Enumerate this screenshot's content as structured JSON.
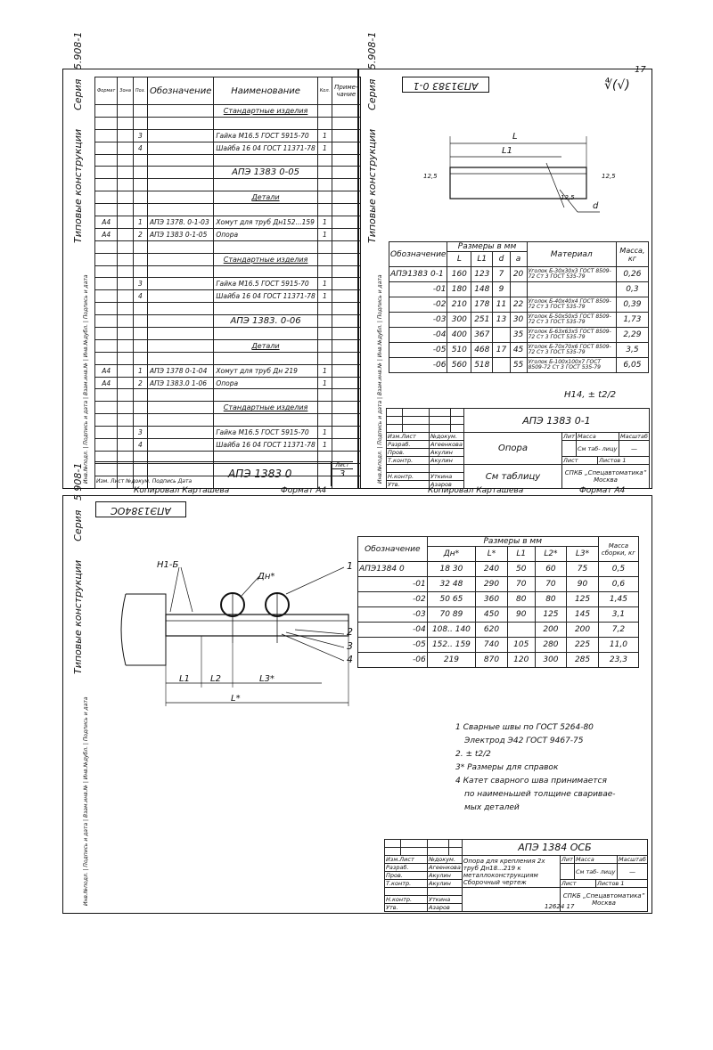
{
  "page_number": "17",
  "series_label": "Серия",
  "series_number": "5.908-1",
  "series_number_2": "5 908-1",
  "typical_construction": "Типовые конструкции",
  "roughness": "∜(√)",
  "side_stamp_labels": [
    "Инв.№подл.",
    "Подпись и дата",
    "Взам.инв.№",
    "Инв.№дубл.",
    "Подпись и дата"
  ],
  "copied": "Копировал Карташева",
  "format": "Формат А4",
  "spec_sheet": {
    "headers": {
      "format": "Формат",
      "zone": "Зона",
      "pos": "Поз.",
      "designation": "Обозначение",
      "name": "Наименование",
      "qty": "Кол.",
      "note": "Приме-чание"
    },
    "rows": [
      {
        "kind": "section",
        "name": "Стандартные изделия"
      },
      {
        "kind": "blank"
      },
      {
        "kind": "item",
        "pos": "3",
        "designation": "",
        "name": "Гайка М16.5 ГОСТ 5915-70",
        "qty": "1"
      },
      {
        "kind": "item",
        "pos": "4",
        "designation": "",
        "name": "Шайба 16 04 ГОСТ 11371-78",
        "qty": "1"
      },
      {
        "kind": "blank"
      },
      {
        "kind": "big",
        "name": "АПЭ 1383 0-05"
      },
      {
        "kind": "blank"
      },
      {
        "kind": "section",
        "name": "Детали"
      },
      {
        "kind": "blank"
      },
      {
        "kind": "item",
        "fmt": "А4",
        "pos": "1",
        "designation": "АПЭ 1378. 0-1-03",
        "name": "Хомут для труб Дн152...159",
        "qty": "1"
      },
      {
        "kind": "item",
        "fmt": "А4",
        "pos": "2",
        "designation": "АПЭ 1383 0-1-05",
        "name": "Опора",
        "qty": "1"
      },
      {
        "kind": "blank"
      },
      {
        "kind": "section",
        "name": "Стандартные изделия"
      },
      {
        "kind": "blank"
      },
      {
        "kind": "item",
        "pos": "3",
        "designation": "",
        "name": "Гайка М16.5 ГОСТ 5915-70",
        "qty": "1"
      },
      {
        "kind": "item",
        "pos": "4",
        "designation": "",
        "name": "Шайба 16 04 ГОСТ 11371-78",
        "qty": "1"
      },
      {
        "kind": "blank"
      },
      {
        "kind": "big",
        "name": "АПЭ 1383. 0-06"
      },
      {
        "kind": "blank"
      },
      {
        "kind": "section",
        "name": "Детали"
      },
      {
        "kind": "blank"
      },
      {
        "kind": "item",
        "fmt": "А4",
        "pos": "1",
        "designation": "АПЭ 1378 0-1-04",
        "name": "Хомут для труб Дн 219",
        "qty": "1"
      },
      {
        "kind": "item",
        "fmt": "А4",
        "pos": "2",
        "designation": "АПЭ 1383.0 1-06",
        "name": "Опора",
        "qty": "1"
      },
      {
        "kind": "blank"
      },
      {
        "kind": "section",
        "name": "Стандартные изделия"
      },
      {
        "kind": "blank"
      },
      {
        "kind": "item",
        "pos": "3",
        "designation": "",
        "name": "Гайка М16.5 ГОСТ 5915-70",
        "qty": "1"
      },
      {
        "kind": "item",
        "pos": "4",
        "designation": "",
        "name": "Шайба 16 04 ГОСТ 11371-78",
        "qty": "1"
      },
      {
        "kind": "blank"
      },
      {
        "kind": "blank"
      },
      {
        "kind": "blank"
      }
    ],
    "footer": {
      "designation": "АПЭ 1383 0",
      "sheet_label": "Лист",
      "sheet": "3",
      "cols": "Изм. Лист №докум. Подпись Дата"
    }
  },
  "support_sheet": {
    "top_code": "АПЭ1383 0-1",
    "dims": {
      "L": "L",
      "L1": "L1",
      "d": "d",
      "a125": "12,5",
      "b125": "12,5",
      "r": "12,5"
    },
    "table_title": "Размеры в мм",
    "headers": [
      "Обозначение",
      "L",
      "L1",
      "d",
      "a",
      "Материал",
      "Масса, кг"
    ],
    "rows": [
      {
        "designation": "АПЭ1383 0-1",
        "L": "160",
        "L1": "123",
        "d": "7",
        "a": "20",
        "material": "Уголок Б-30х30х3 ГОСТ 8509-72 Ст 3 ГОСТ 535-79",
        "mass": "0,26"
      },
      {
        "designation": "-01",
        "L": "180",
        "L1": "148",
        "d": "9",
        "a": "",
        "material": "",
        "mass": "0,3"
      },
      {
        "designation": "-02",
        "L": "210",
        "L1": "178",
        "d": "11",
        "a": "22",
        "material": "Уголок Б-40х40х4 ГОСТ 8509-72 Ст 3 ГОСТ 535-79",
        "mass": "0,39"
      },
      {
        "designation": "-03",
        "L": "300",
        "L1": "251",
        "d": "13",
        "a": "30",
        "material": "Уголок Б-50х50х5 ГОСТ 8509-72 Ст 3 ГОСТ 535-79",
        "mass": "1,73"
      },
      {
        "designation": "-04",
        "L": "400",
        "L1": "367",
        "d": "",
        "a": "35",
        "material": "Уголок Б-63х63х5 ГОСТ 8509-72 Ст 3 ГОСТ 535-79",
        "mass": "2,29"
      },
      {
        "designation": "-05",
        "L": "510",
        "L1": "468",
        "d": "17",
        "a": "45",
        "material": "Уголок Б-70х70х6 ГОСТ 8509-72 Ст 3 ГОСТ 535-79",
        "mass": "3,5"
      },
      {
        "designation": "-06",
        "L": "560",
        "L1": "518",
        "d": "",
        "a": "55",
        "material": "Уголок Б-100х100х7 ГОСТ 8509-72 Ст 3 ГОСТ 535-79",
        "mass": "6,05"
      }
    ],
    "tolerance": "Н14, ± t2/2",
    "title_block": {
      "designation": "АПЭ 1383 0-1",
      "name": "Опора",
      "material": "См таблицу",
      "lit": "Лит",
      "mass_label": "Масса",
      "scale_label": "Масштаб",
      "mass_value": "См таб- лицу",
      "scale_value": "—",
      "sheet": "Лист",
      "sheets": "Листов 1",
      "org": "СПКБ „Спецавтоматика” Москва",
      "roles": [
        {
          "role": "Изм.Лист",
          "name": "№докум."
        },
        {
          "role": "Разраб.",
          "name": "Агеенкова"
        },
        {
          "role": "Пров.",
          "name": "Акулин"
        },
        {
          "role": "Т.контр.",
          "name": "Акулин"
        },
        {
          "role": "",
          "name": ""
        },
        {
          "role": "Н.контр.",
          "name": "Уткина"
        },
        {
          "role": "Утв.",
          "name": "Азаров"
        }
      ]
    }
  },
  "assembly_sheet": {
    "top_code": "АПЭ1384ОС",
    "callouts": {
      "h": "Н1-Б",
      "dn": "Дн*",
      "p1": "1",
      "p2": "2",
      "p3": "3",
      "p4": "4",
      "L1": "L1",
      "L2": "L2",
      "L3": "L3*",
      "L": "L*"
    },
    "table_title": "Размеры в мм",
    "headers": [
      "Обозначение",
      "Дн*",
      "L*",
      "L1",
      "L2*",
      "L3*",
      "Масса сборки, кг"
    ],
    "rows": [
      {
        "designation": "АПЭ1384 0",
        "dn": "18   30",
        "L": "240",
        "L1": "50",
        "L2": "60",
        "L3": "75",
        "mass": "0,5"
      },
      {
        "designation": "-01",
        "dn": "32   48",
        "L": "290",
        "L1": "70",
        "L2": "70",
        "L3": "90",
        "mass": "0,6"
      },
      {
        "designation": "-02",
        "dn": "50   65",
        "L": "360",
        "L1": "80",
        "L2": "80",
        "L3": "125",
        "mass": "1,45"
      },
      {
        "designation": "-03",
        "dn": "70   89",
        "L": "450",
        "L1": "90",
        "L2": "125",
        "L3": "145",
        "mass": "3,1"
      },
      {
        "designation": "-04",
        "dn": "108.. 140",
        "L": "620",
        "L1": "",
        "L2": "200",
        "L3": "200",
        "mass": "7,2"
      },
      {
        "designation": "-05",
        "dn": "152.. 159",
        "L": "740",
        "L1": "105",
        "L2": "280",
        "L3": "225",
        "mass": "11,0"
      },
      {
        "designation": "-06",
        "dn": "219",
        "L": "870",
        "L1": "120",
        "L2": "300",
        "L3": "285",
        "mass": "23,3"
      }
    ],
    "notes": [
      "1 Сварные швы по ГОСТ 5264-80",
      "Электрод Э42 ГОСТ 9467-75",
      "2. ± t2/2",
      "3* Размеры для справок",
      "4 Катет сварного шва принимается",
      "по наименьшей толщине сваривае-",
      "мых деталей"
    ],
    "title_block": {
      "designation": "АПЭ 1384 ОСБ",
      "name": "Опора для крепления 2х труб Дн18...219 к металлоконструкциям Сборочный чертеж",
      "lit": "Лит",
      "mass_label": "Масса",
      "scale_label": "Масштаб",
      "mass_value": "См таб- лицу",
      "scale_value": "—",
      "sheet": "Лист",
      "sheets": "Листов 1",
      "org": "СПКБ „Спецавтоматика” Москва",
      "roles": [
        {
          "role": "Изм.Лист",
          "name": "№докум."
        },
        {
          "role": "Разраб.",
          "name": "Агеенкова"
        },
        {
          "role": "Пров.",
          "name": "Акулин"
        },
        {
          "role": "Т.контр.",
          "name": "Акулин"
        },
        {
          "role": "",
          "name": ""
        },
        {
          "role": "Н.контр.",
          "name": "Уткина"
        },
        {
          "role": "Утв.",
          "name": "Азаров"
        }
      ],
      "bottom": "12624  17"
    }
  }
}
